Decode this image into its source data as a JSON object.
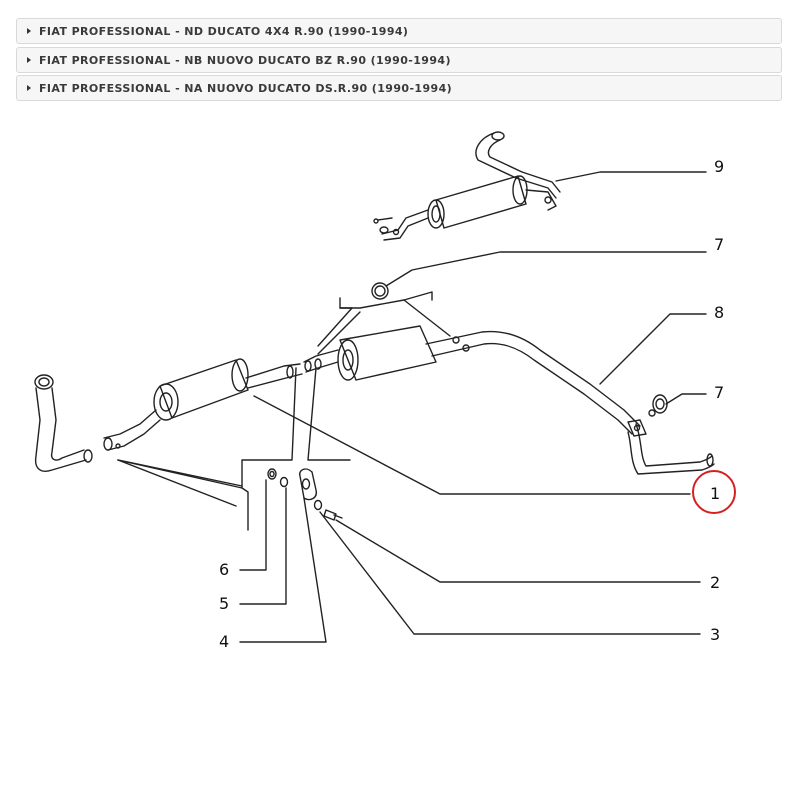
{
  "accordion": [
    {
      "label": "FIAT PROFESSIONAL - ND DUCATO 4X4 R.90 (1990-1994)"
    },
    {
      "label": "FIAT PROFESSIONAL - NB NUOVO DUCATO BZ R.90 (1990-1994)"
    },
    {
      "label": "FIAT PROFESSIONAL - NA NUOVO DUCATO DS.R.90 (1990-1994)"
    }
  ],
  "diagram": {
    "callouts": {
      "c1": "1",
      "c2": "2",
      "c3": "3",
      "c4": "4",
      "c5": "5",
      "c6": "6",
      "c7a": "7",
      "c7b": "7",
      "c8": "8",
      "c9": "9"
    },
    "highlight_color": "#d42020",
    "highlighted_callout": "1"
  }
}
